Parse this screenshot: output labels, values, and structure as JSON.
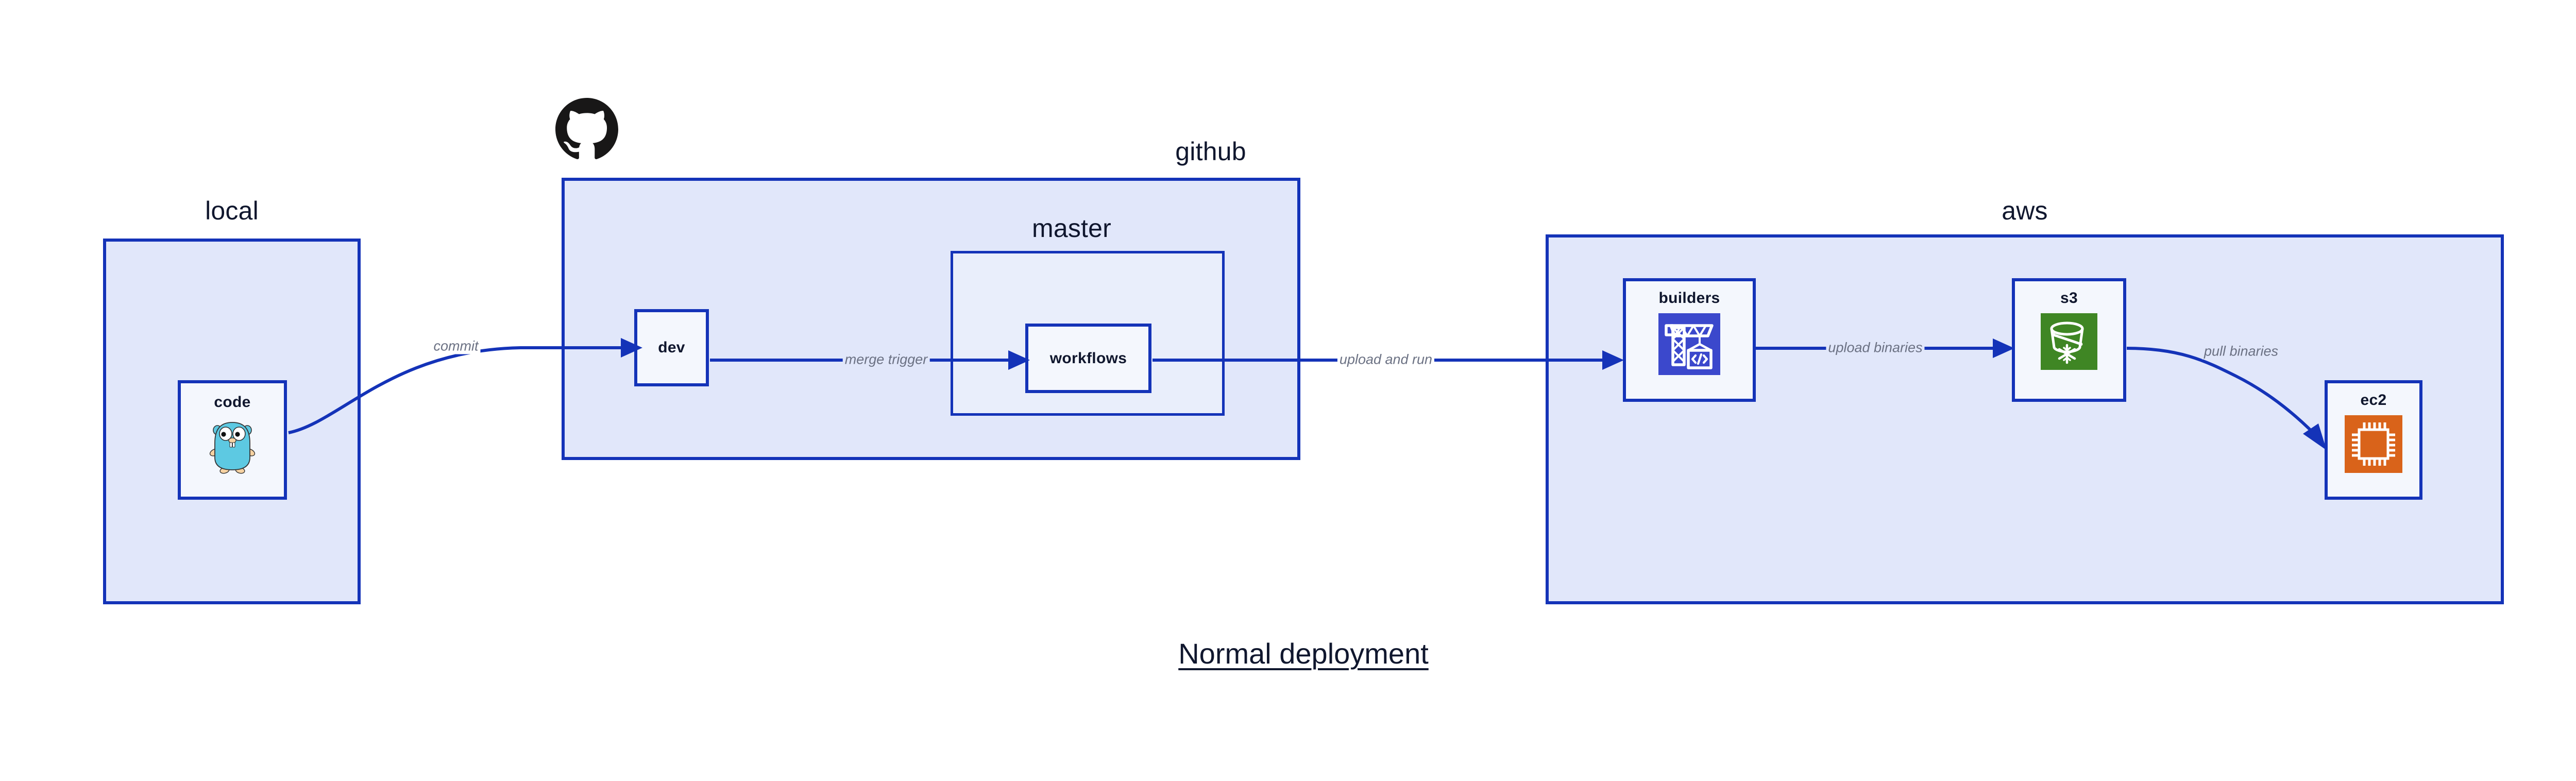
{
  "diagram": {
    "title": "Normal deployment",
    "background": "#ffffff",
    "accent_color": "#1433b8",
    "group_fill": "#e1e7fa",
    "inner_group_fill": "#e9eefb",
    "node_fill": "#f4f7fd",
    "label_color": "#10172e",
    "edge_label_color": "#6b7183"
  },
  "groups": [
    {
      "id": "local",
      "label": "local"
    },
    {
      "id": "github",
      "label": "github"
    },
    {
      "id": "master",
      "label": "master"
    },
    {
      "id": "aws",
      "label": "aws"
    }
  ],
  "nodes": [
    {
      "id": "code",
      "label": "code",
      "icon": "go-gopher-icon",
      "icon_color": "#5dc9e2"
    },
    {
      "id": "dev",
      "label": "dev",
      "icon": "none",
      "icon_color": ""
    },
    {
      "id": "workflows",
      "label": "workflows",
      "icon": "none",
      "icon_color": ""
    },
    {
      "id": "builders",
      "label": "builders",
      "icon": "aws-codebuild-icon",
      "icon_color": "#3b48cc"
    },
    {
      "id": "s3",
      "label": "s3",
      "icon": "aws-s3-icon",
      "icon_color": "#3f8624"
    },
    {
      "id": "ec2",
      "label": "ec2",
      "icon": "aws-ec2-icon",
      "icon_color": "#d9631a"
    }
  ],
  "edges": [
    {
      "id": "commit",
      "label": "commit",
      "from": "code",
      "to": "dev"
    },
    {
      "id": "merge-trigger",
      "label": "merge trigger",
      "from": "dev",
      "to": "workflows"
    },
    {
      "id": "upload-and-run",
      "label": "upload and run",
      "from": "workflows",
      "to": "builders"
    },
    {
      "id": "upload-binaries",
      "label": "upload binaries",
      "from": "builders",
      "to": "s3"
    },
    {
      "id": "pull-binaries",
      "label": "pull binaries",
      "from": "s3",
      "to": "ec2"
    }
  ],
  "logos": [
    {
      "id": "github-octocat",
      "name": "github-octocat-logo",
      "color": "#181717"
    }
  ]
}
